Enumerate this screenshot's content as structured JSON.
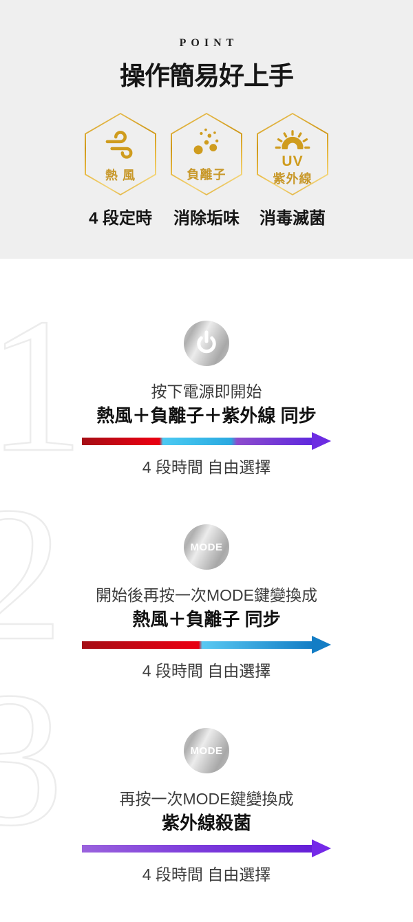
{
  "hero": {
    "kicker": "POINT",
    "title": "操作簡易好上手",
    "features": [
      {
        "icon": "wind-icon",
        "label": "熱 風",
        "caption": "4 段定時"
      },
      {
        "icon": "ions-icon",
        "label": "負離子",
        "caption": "消除垢味"
      },
      {
        "icon": "uv-sun-icon",
        "uv_word": "UV",
        "label": "紫外線",
        "caption": "消毒滅菌"
      }
    ],
    "colors": {
      "background": "#efefef",
      "gold": "#cf9c1e",
      "gold_light": "#eec65c",
      "text": "#161616"
    }
  },
  "steps": [
    {
      "number": "1",
      "button_type": "power",
      "line1": "按下電源即開始",
      "line2": "熱風＋負離子＋紫外線 同步",
      "caption": "4 段時間 自由選擇",
      "arrow_colors": [
        "#a50e15",
        "#e60012",
        "#3fc0ec",
        "#6a2bdd"
      ],
      "arrow_head_color": "#6c2ce2"
    },
    {
      "number": "2",
      "button_type": "mode",
      "button_label": "MODE",
      "line1": "開始後再按一次MODE鍵變換成",
      "line2": "熱風＋負離子 同步",
      "caption": "4 段時間 自由選擇",
      "arrow_colors": [
        "#a50e15",
        "#e60012",
        "#58c8f2",
        "#137dc5"
      ],
      "arrow_head_color": "#137dc5"
    },
    {
      "number": "3",
      "button_type": "mode",
      "button_label": "MODE",
      "line1": "再按一次MODE鍵變換成",
      "line2": "紫外線殺菌",
      "caption": "4 段時間 自由選擇",
      "arrow_colors": [
        "#9a62dd",
        "#7c3bdb",
        "#651fd8"
      ],
      "arrow_head_color": "#7429e8"
    }
  ],
  "button_metal_color": "#bdbdbd",
  "ghost_numeral_color": "#ececec"
}
